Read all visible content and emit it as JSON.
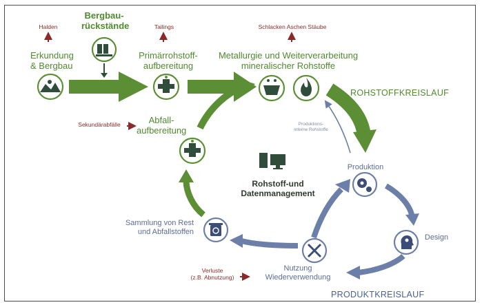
{
  "headings": {
    "rohstoff": "ROHSTOFFKREISLAUF",
    "produkt": "PRODUKTKREISLAUF"
  },
  "nodes": {
    "erkundung": {
      "label": "Erkundung\n& Bergbau",
      "icon": "mining-icon"
    },
    "bergbau_rueckstaende": {
      "label": "Bergbau-\nrückstände",
      "icon": "waste-barrels-icon"
    },
    "primaer": {
      "label": "Primärrohstoff-\naufbereitung",
      "icon": "processing-icon"
    },
    "metallurgie": {
      "label": "Metallurgie und Weiterverarbeitung\nmineralischer Rohstoffe",
      "icon": "smelting-icon"
    },
    "abfall": {
      "label": "Abfall-\naufbereitung",
      "icon": "processing-icon"
    },
    "datenmanagement": {
      "label": "Rohstoff-und\nDatenmanagement",
      "icon": "computer-icon"
    },
    "produktion": {
      "label": "Produktion",
      "icon": "gears-icon"
    },
    "design": {
      "label": "Design",
      "icon": "idea-head-icon"
    },
    "nutzung": {
      "label": "Nutzung\nWiederverwendung",
      "icon": "tools-icon"
    },
    "sammlung": {
      "label": "Sammlung von Rest\nund Abfallstoffen",
      "icon": "recycle-bin-icon"
    }
  },
  "outputs": {
    "halden": "Halden",
    "tailings": "Tailings",
    "schlacken": "Schlacken Aschen Stäube",
    "sekundaer": "Sekundärabfälle",
    "verluste": "Verluste\n(z.B. Abnutzung)"
  },
  "internal_feedback": "Produktions-\ninterne Rohstoffe",
  "colors": {
    "green": "#5c8f35",
    "green_text": "#4f8a2e",
    "blue": "#6b7fa8",
    "red": "#8b2a2a",
    "icon_dark": "#2f4d3a"
  }
}
